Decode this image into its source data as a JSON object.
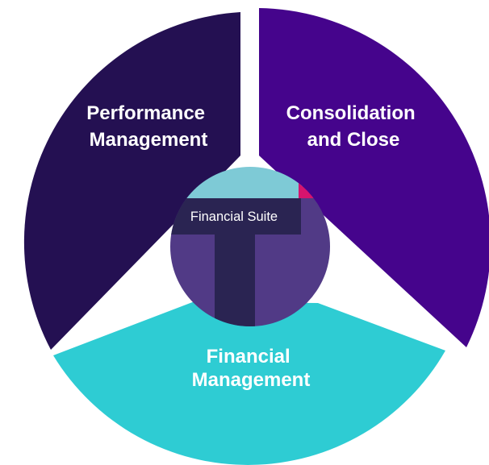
{
  "diagram": {
    "segments": [
      {
        "id": "performance",
        "label_lines": [
          "Performance",
          "Management"
        ],
        "color": "#241052"
      },
      {
        "id": "consolidation",
        "label_lines": [
          "Consolidation",
          "and Close"
        ],
        "color": "#45048C"
      },
      {
        "id": "financial",
        "label_lines": [
          "Financial",
          "Management"
        ],
        "color": "#2ECCD3"
      }
    ],
    "hub": {
      "label": "Financial Suite",
      "colors": {
        "light_blue": "#7ECAD6",
        "magenta": "#D5146E",
        "purple": "#513A86",
        "dark_navy": "#2A2452"
      }
    }
  }
}
